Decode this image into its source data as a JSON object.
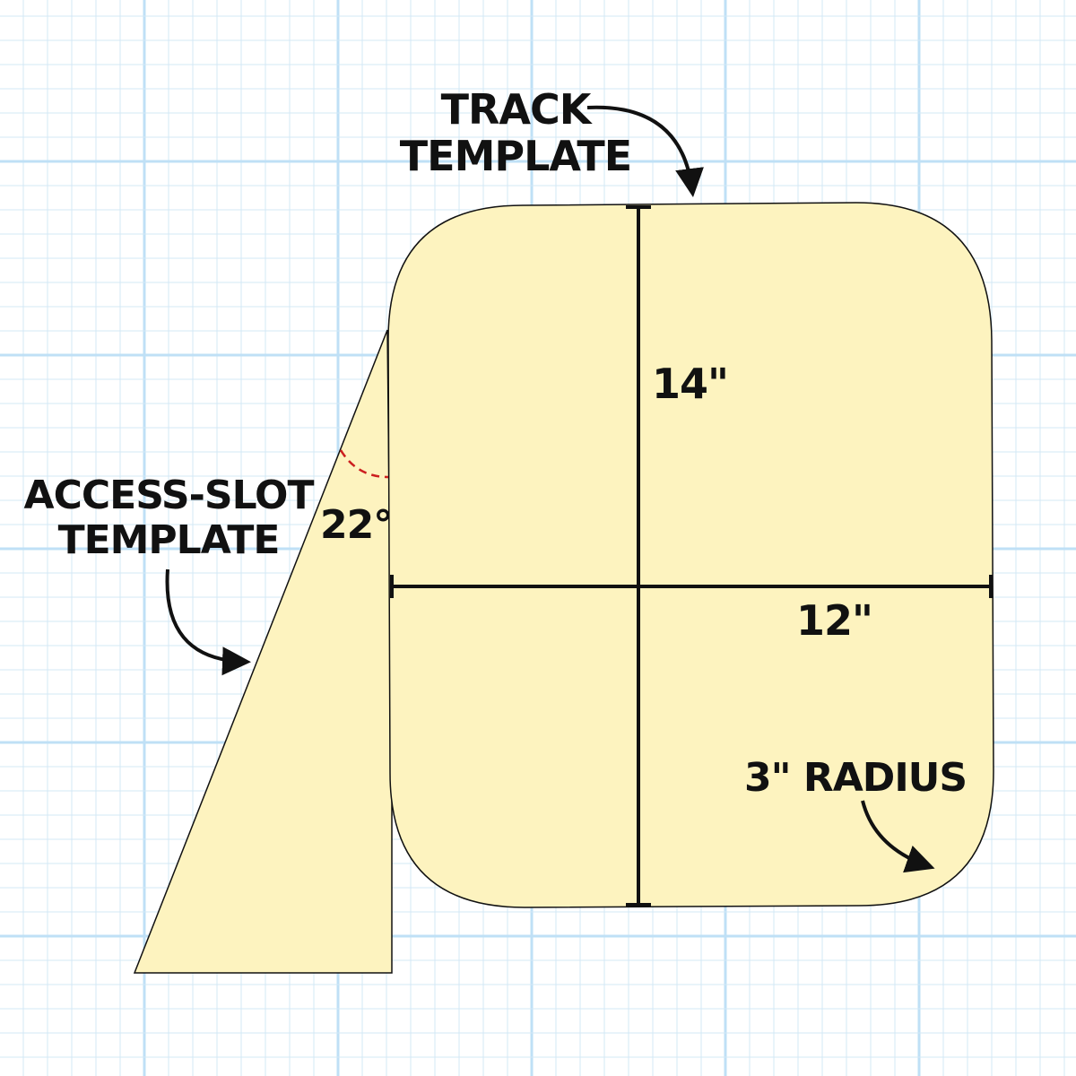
{
  "labels": {
    "track_line1": "TRACK",
    "track_line2": "TEMPLATE",
    "access_line1": "ACCESS-SLOT",
    "access_line2": "TEMPLATE",
    "height_dim": "14\"",
    "width_dim": "12\"",
    "angle": "22°",
    "radius": "3\" RADIUS"
  },
  "colors": {
    "template_fill": "#fdf3bf",
    "grid_minor": "#d3e8f5",
    "grid_major": "#bfe0f6",
    "angle_arc": "#cc1f1f",
    "ink": "#111111"
  }
}
